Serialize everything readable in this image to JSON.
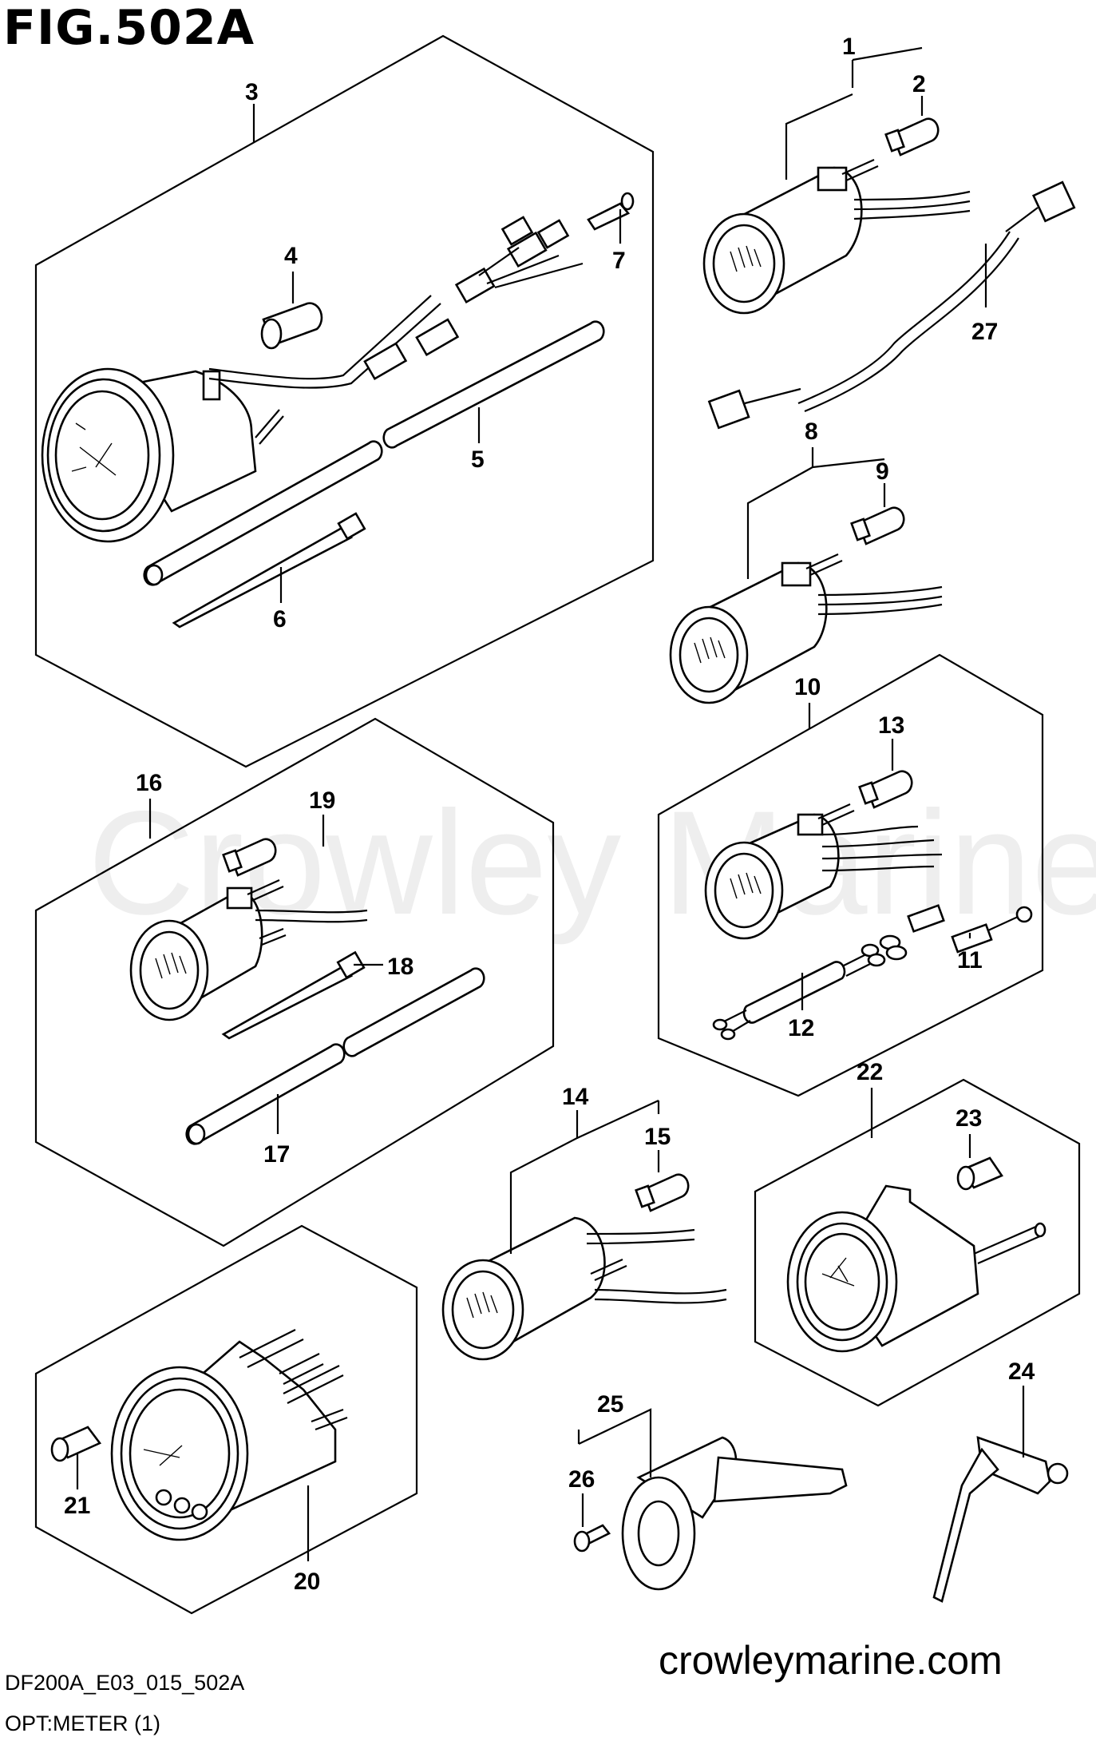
{
  "figure_title": "FIG.502A",
  "watermark": "Crowley Marine",
  "website": "crowleymarine.com",
  "diagram_code": "DF200A_E03_015_502A",
  "section_title": "OPT:METER (1)",
  "callouts": [
    "1",
    "2",
    "3",
    "4",
    "5",
    "6",
    "7",
    "8",
    "9",
    "10",
    "11",
    "12",
    "13",
    "14",
    "15",
    "16",
    "17",
    "18",
    "19",
    "20",
    "21",
    "22",
    "23",
    "24",
    "25",
    "26",
    "27"
  ]
}
